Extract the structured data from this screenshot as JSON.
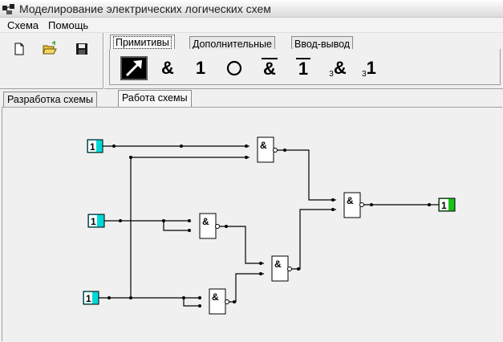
{
  "window": {
    "title": "Моделирование электрических логических схем"
  },
  "menu": {
    "items": [
      "Схема",
      "Помощь"
    ]
  },
  "toolbar": {
    "buttons": [
      "new-file-icon",
      "open-folder-icon",
      "save-disk-icon"
    ]
  },
  "palette_tabs": [
    "Примитивы",
    "Дополнительные",
    "Ввод-вывод"
  ],
  "primitives": {
    "pointer": "pointer-arrow-icon",
    "and": "&",
    "or": "1",
    "not": "not-circle-icon",
    "nand": "&",
    "nor": "1",
    "and3_sub": "3",
    "and3": "&",
    "or3_sub": "3",
    "or3": "1"
  },
  "doc_tabs": [
    "Разработка схемы",
    "Работа схемы"
  ],
  "circuit": {
    "input_labels": [
      "1",
      "1",
      "1"
    ],
    "gate_symbol": "&",
    "output_label": "1",
    "colors": {
      "input": "#00d8d8",
      "output": "#18c218",
      "wire": "#000000"
    }
  }
}
